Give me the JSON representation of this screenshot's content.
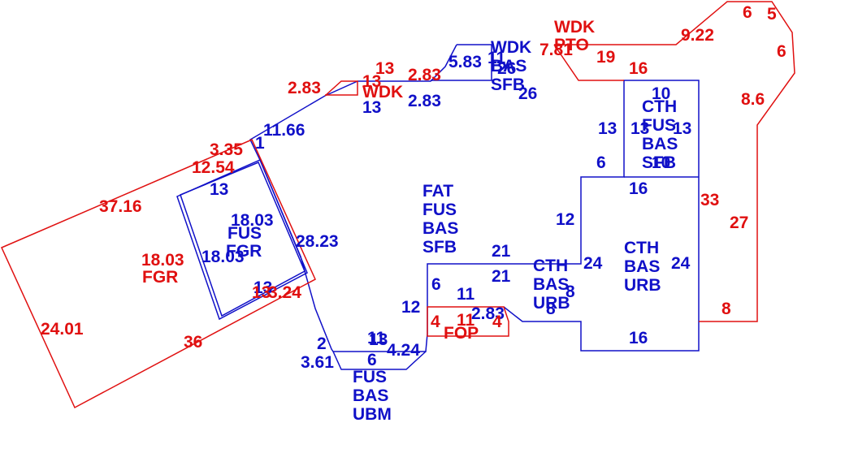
{
  "colors": {
    "blue": "#1010c8",
    "red": "#e01010",
    "background": "#ffffff"
  },
  "areas": {
    "fat": [
      "FAT",
      "FUS",
      "BAS",
      "SFB"
    ],
    "fus_fgr": [
      "FUS",
      "FGR"
    ],
    "fgr_red": "FGR",
    "wdk_top": [
      "WDK",
      "BAS",
      "SFB"
    ],
    "wdk_pto": [
      "WDK",
      "PTO"
    ],
    "wdk_small": "WDK",
    "cth_fus": [
      "CTH",
      "FUS",
      "BAS",
      "SFB"
    ],
    "cth_main": [
      "CTH",
      "BAS",
      "URB"
    ],
    "cth_small": [
      "CTH",
      "BAS",
      "URB"
    ],
    "fus_ubm": [
      "FUS",
      "BAS",
      "UBM"
    ],
    "fop": "FOP"
  },
  "dimensions": {
    "blue": [
      "11.66",
      "1",
      "13",
      "18.03",
      "18.03",
      "28.23",
      "13",
      "2",
      "3.61",
      "11",
      "13",
      "6",
      "4.24",
      "12",
      "6",
      "11",
      "2.83",
      "21",
      "21",
      "8",
      "8",
      "12",
      "24",
      "24",
      "16",
      "16",
      "6",
      "13",
      "13",
      "13",
      "10",
      "10",
      "26",
      "26",
      "5.83",
      "11",
      "13",
      "2.83"
    ],
    "red": [
      "2.83",
      "13",
      "13",
      "2.83",
      "3.35",
      "12.54",
      "37.16",
      "18.03",
      "24.01",
      "36",
      "13",
      "3.24",
      "4",
      "11",
      "4",
      "7.81",
      "19",
      "16",
      "9.22",
      "6",
      "5",
      "6",
      "8.6",
      "33",
      "27",
      "8"
    ]
  }
}
